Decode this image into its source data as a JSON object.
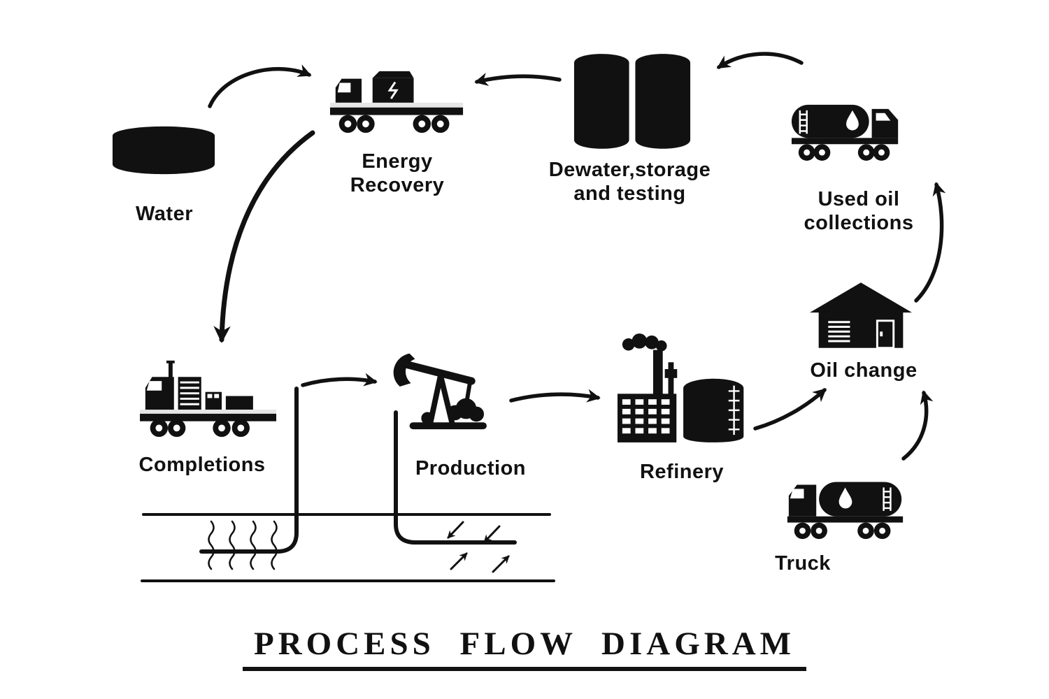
{
  "title": "PROCESS FLOW DIAGRAM",
  "colors": {
    "ink": "#111111",
    "background": "#ffffff"
  },
  "nodes": {
    "water": {
      "label": "Water"
    },
    "energy": {
      "label": "Energy\nRecovery"
    },
    "dewater": {
      "label": "Dewater,storage\nand testing"
    },
    "used_oil": {
      "label": "Used oil\ncollections"
    },
    "oil_change": {
      "label": "Oil change"
    },
    "truck": {
      "label": "Truck"
    },
    "refinery": {
      "label": "Refinery"
    },
    "production": {
      "label": "Production"
    },
    "completions": {
      "label": "Completions"
    }
  },
  "edges": [
    {
      "from": "water",
      "to": "energy"
    },
    {
      "from": "dewater",
      "to": "energy"
    },
    {
      "from": "used_oil",
      "to": "dewater"
    },
    {
      "from": "energy",
      "to": "completions"
    },
    {
      "from": "completions",
      "to": "production"
    },
    {
      "from": "production",
      "to": "refinery"
    },
    {
      "from": "refinery",
      "to": "oil_change"
    },
    {
      "from": "truck",
      "to": "oil_change"
    },
    {
      "from": "oil_change",
      "to": "used_oil"
    }
  ]
}
